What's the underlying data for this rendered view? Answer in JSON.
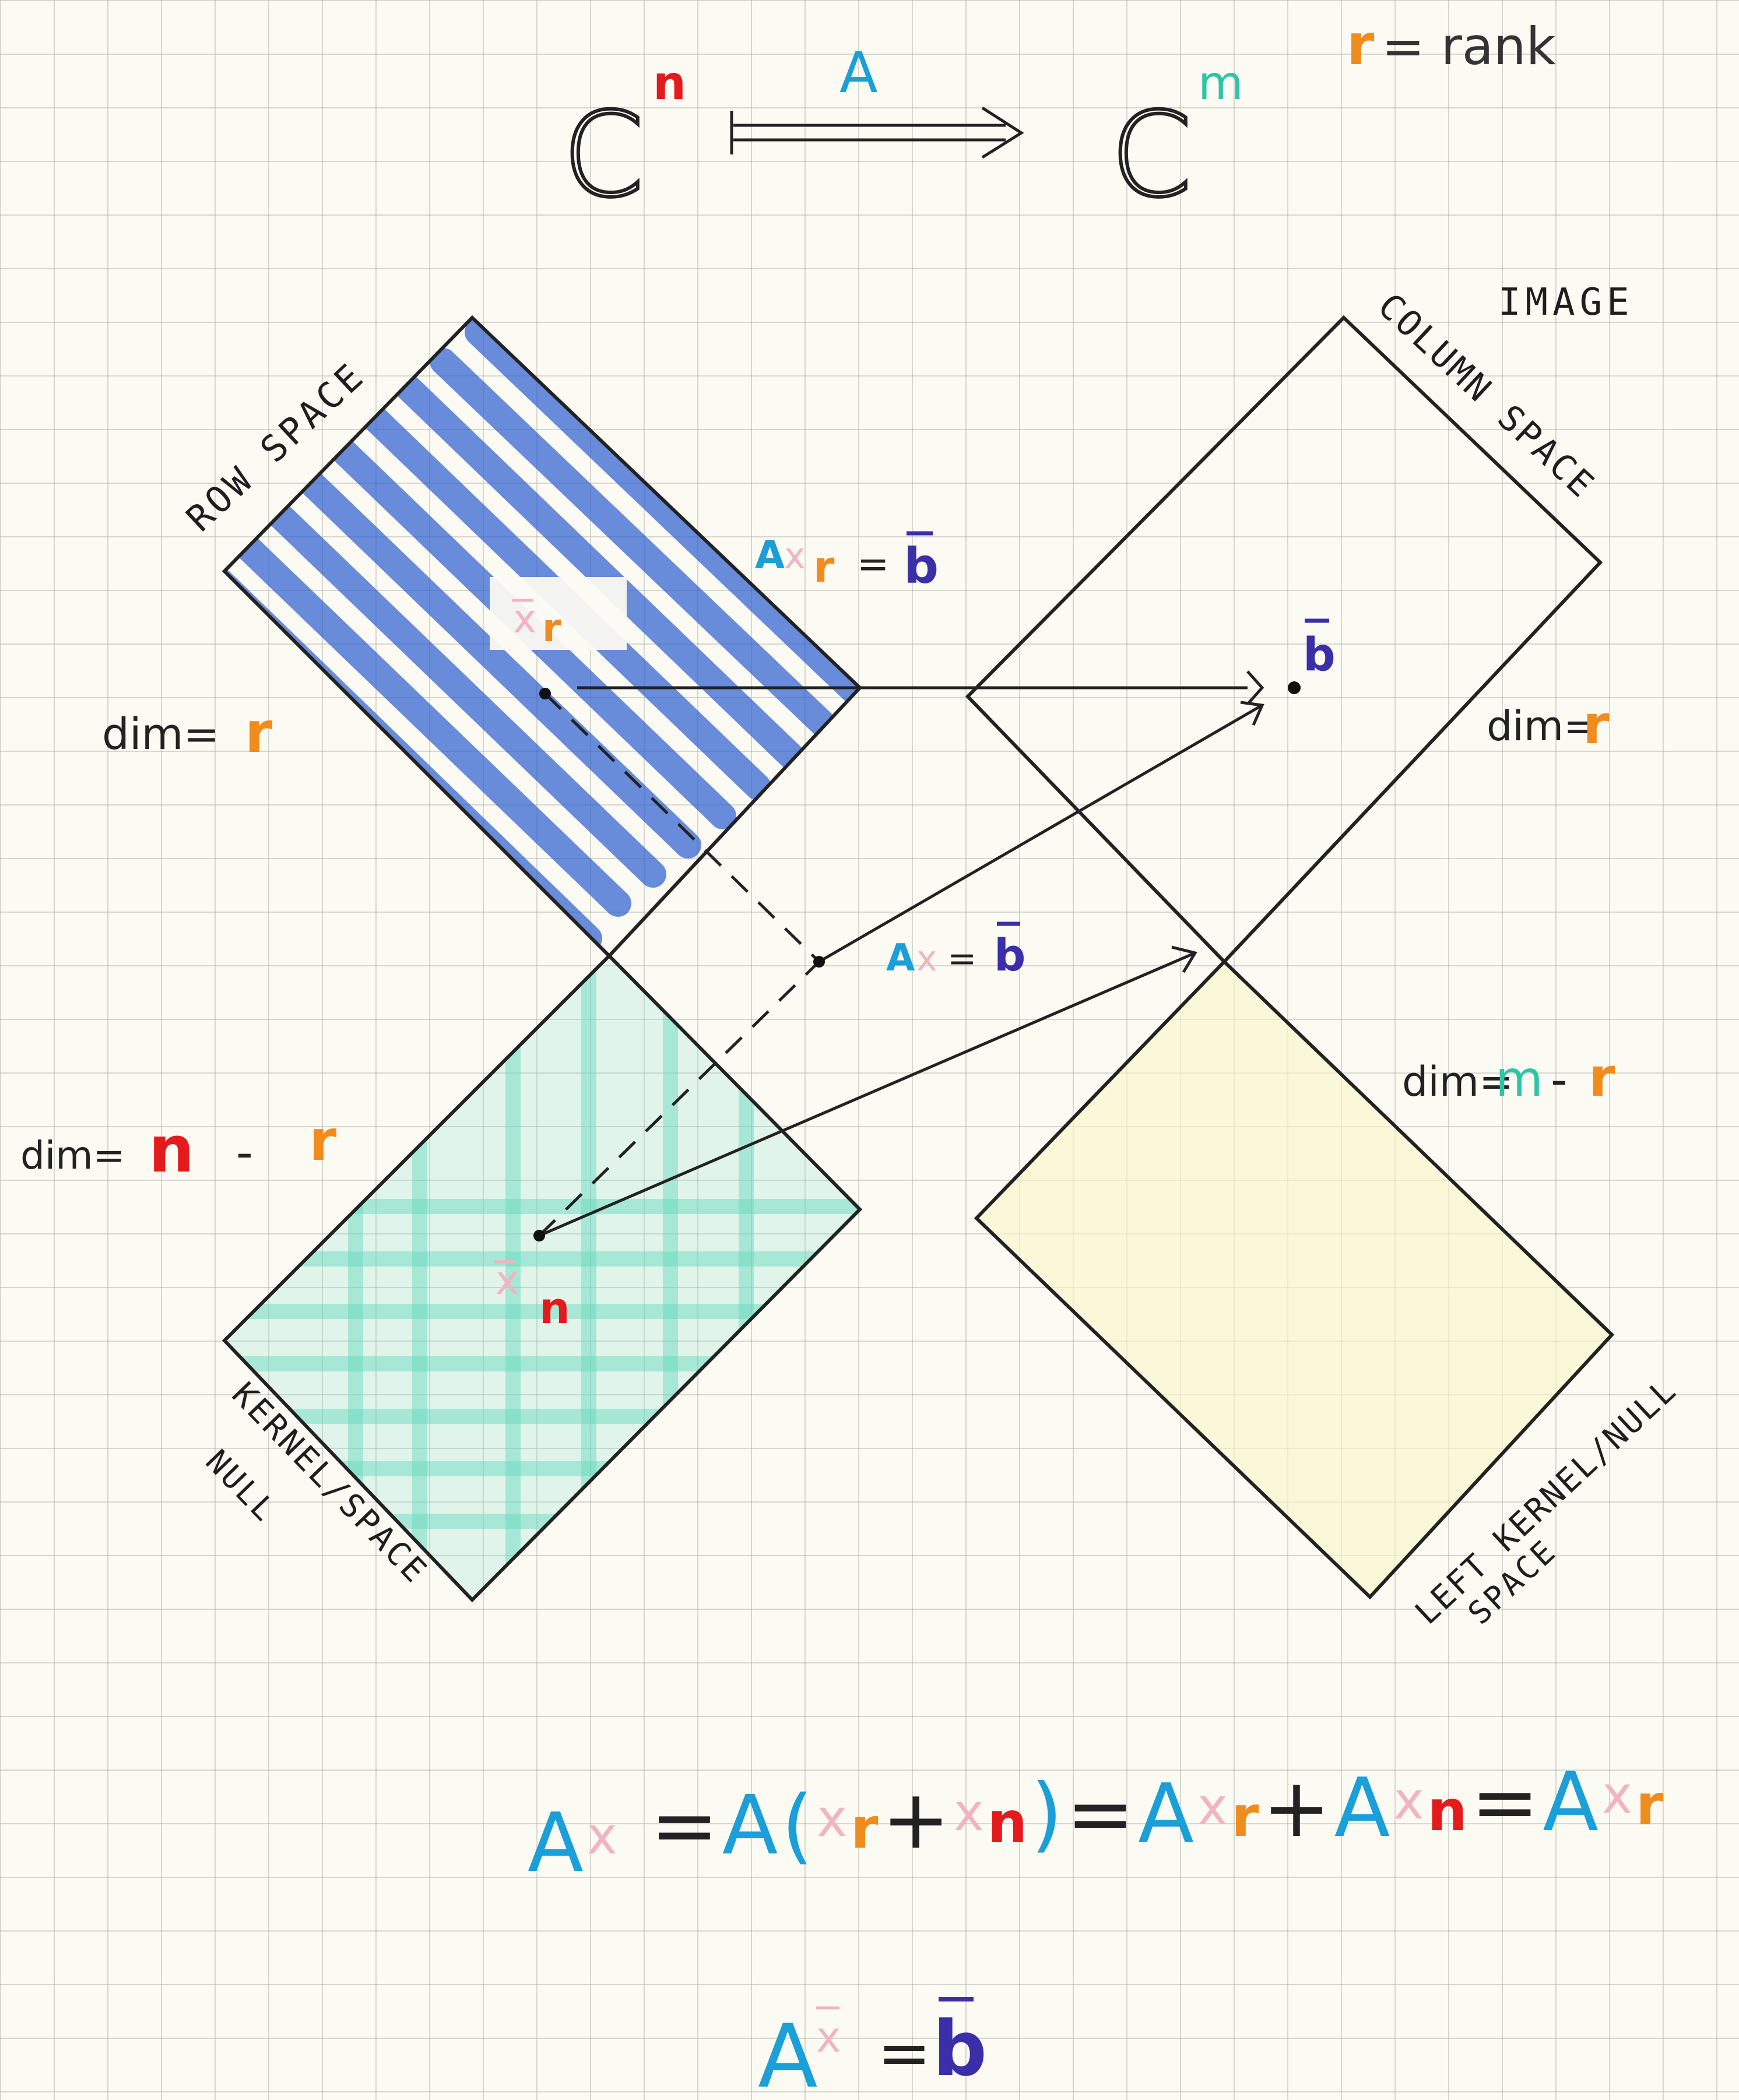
{
  "header": {
    "domain_label": "C",
    "domain_exp": "n",
    "codomain_label": "C",
    "codomain_exp": "m",
    "map_label": "A",
    "rank_symbol": "r",
    "rank_text": "= rank"
  },
  "spaces": {
    "row_space": "ROW SPACE",
    "image": "IMAGE",
    "column_space": "COLUMN SPACE",
    "kernel": "KERNEL/SPACE",
    "null": "NULL",
    "left_kernel": "LEFT KERNEL/NULL",
    "left_space": "SPACE"
  },
  "dims": {
    "row": {
      "prefix": "dim=",
      "value": "r"
    },
    "column": {
      "prefix": "dim=",
      "value": "r"
    },
    "kernel": {
      "prefix": "dim=",
      "n": "n",
      "minus": "-",
      "r": "r"
    },
    "left": {
      "prefix": "dim=",
      "m": "m",
      "minus": "-",
      "r": "r"
    }
  },
  "vectors": {
    "xr_x": "x",
    "xr_sub": "r",
    "xn_x": "x",
    "xn_sub": "n",
    "b": "b",
    "eq_row": {
      "A": "A",
      "x": "x",
      "sub": "r",
      "eq": "=",
      "b": "b"
    },
    "eq_mid": {
      "A": "A",
      "x": "x",
      "eq": "=",
      "b": "b"
    }
  },
  "equations": {
    "decomp": [
      {
        "t": "A",
        "c": "#1a9fd8"
      },
      {
        "t": "x",
        "c": "#f2b3c2"
      },
      {
        "t": " =",
        "c": "#222222"
      },
      {
        "t": "A(",
        "c": "#1a9fd8"
      },
      {
        "t": "x",
        "c": "#f2b3c2"
      },
      {
        "t": "r",
        "c": "#f08c1e"
      },
      {
        "t": "+",
        "c": "#222222"
      },
      {
        "t": "x",
        "c": "#f2b3c2"
      },
      {
        "t": "n",
        "c": "#e41a1c"
      },
      {
        "t": ")",
        "c": "#1a9fd8"
      },
      {
        "t": "=",
        "c": "#222222"
      },
      {
        "t": "A",
        "c": "#1a9fd8"
      },
      {
        "t": "x",
        "c": "#f2b3c2"
      },
      {
        "t": "r",
        "c": "#f08c1e"
      },
      {
        "t": "+",
        "c": "#222222"
      },
      {
        "t": "A",
        "c": "#1a9fd8"
      },
      {
        "t": "x",
        "c": "#f2b3c2"
      },
      {
        "t": "n",
        "c": "#e41a1c"
      },
      {
        "t": "=",
        "c": "#222222"
      },
      {
        "t": "A",
        "c": "#1a9fd8"
      },
      {
        "t": "x",
        "c": "#f2b3c2"
      },
      {
        "t": "r",
        "c": "#f08c1e"
      }
    ],
    "final": {
      "A": "A",
      "x": "x",
      "eq": "=",
      "b": "b"
    }
  },
  "colors": {
    "A": "#1a9fd8",
    "n": "#e41a1c",
    "m": "#2ec4a6",
    "r": "#f08c1e",
    "x": "#f2b3c2",
    "b": "#3a2fa8",
    "row_fill": "#2f5fd0",
    "kernel_fill": "#7fe0cc",
    "left_fill": "#fbf6c8"
  }
}
